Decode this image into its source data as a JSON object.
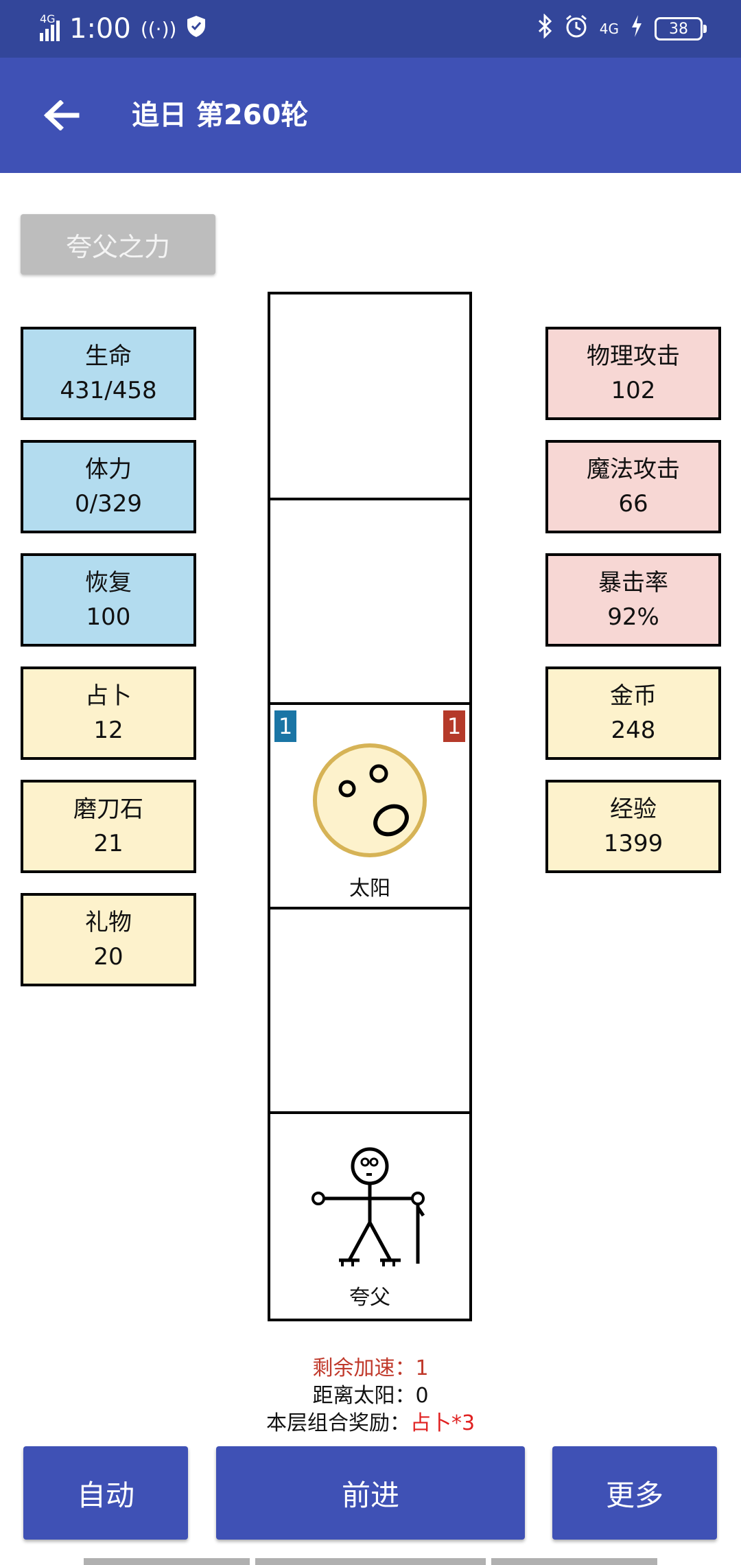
{
  "status_bar": {
    "network": "4G",
    "time": "1:00",
    "network_right": "4G",
    "battery": "38"
  },
  "app_bar": {
    "title": "追日 第260轮"
  },
  "power_button": "夸父之力",
  "left_stats": [
    {
      "label": "生命",
      "value": "431/458",
      "color": "#b3dcef"
    },
    {
      "label": "体力",
      "value": "0/329",
      "color": "#b3dcef"
    },
    {
      "label": "恢复",
      "value": "100",
      "color": "#b3dcef"
    },
    {
      "label": "占卜",
      "value": "12",
      "color": "#fdf2cc"
    },
    {
      "label": "磨刀石",
      "value": "21",
      "color": "#fdf2cc"
    },
    {
      "label": "礼物",
      "value": "20",
      "color": "#fdf2cc"
    }
  ],
  "right_stats": [
    {
      "label": "物理攻击",
      "value": "102",
      "color": "#f7d7d4"
    },
    {
      "label": "魔法攻击",
      "value": "66",
      "color": "#f7d7d4"
    },
    {
      "label": "暴击率",
      "value": "92%",
      "color": "#f7d7d4"
    },
    {
      "label": "金币",
      "value": "248",
      "color": "#fdf2cc"
    },
    {
      "label": "经验",
      "value": "1399",
      "color": "#fdf2cc"
    }
  ],
  "track": {
    "sun_cell": {
      "badge_left": "1",
      "badge_right": "1",
      "label": "太阳"
    },
    "player_cell": {
      "label": "夸父"
    }
  },
  "info": {
    "boost_label": "剩余加速：",
    "boost_value": "1",
    "distance_label": "距离太阳：",
    "distance_value": "0",
    "reward_label": "本层组合奖励：",
    "reward_value": "占卜*3"
  },
  "buttons": {
    "auto": "自动",
    "forward": "前进",
    "more": "更多"
  },
  "colors": {
    "primary": "#3f51b5",
    "status_bar": "#33469a",
    "accent_red": "#c0392b",
    "reward_red": "#e02020"
  }
}
